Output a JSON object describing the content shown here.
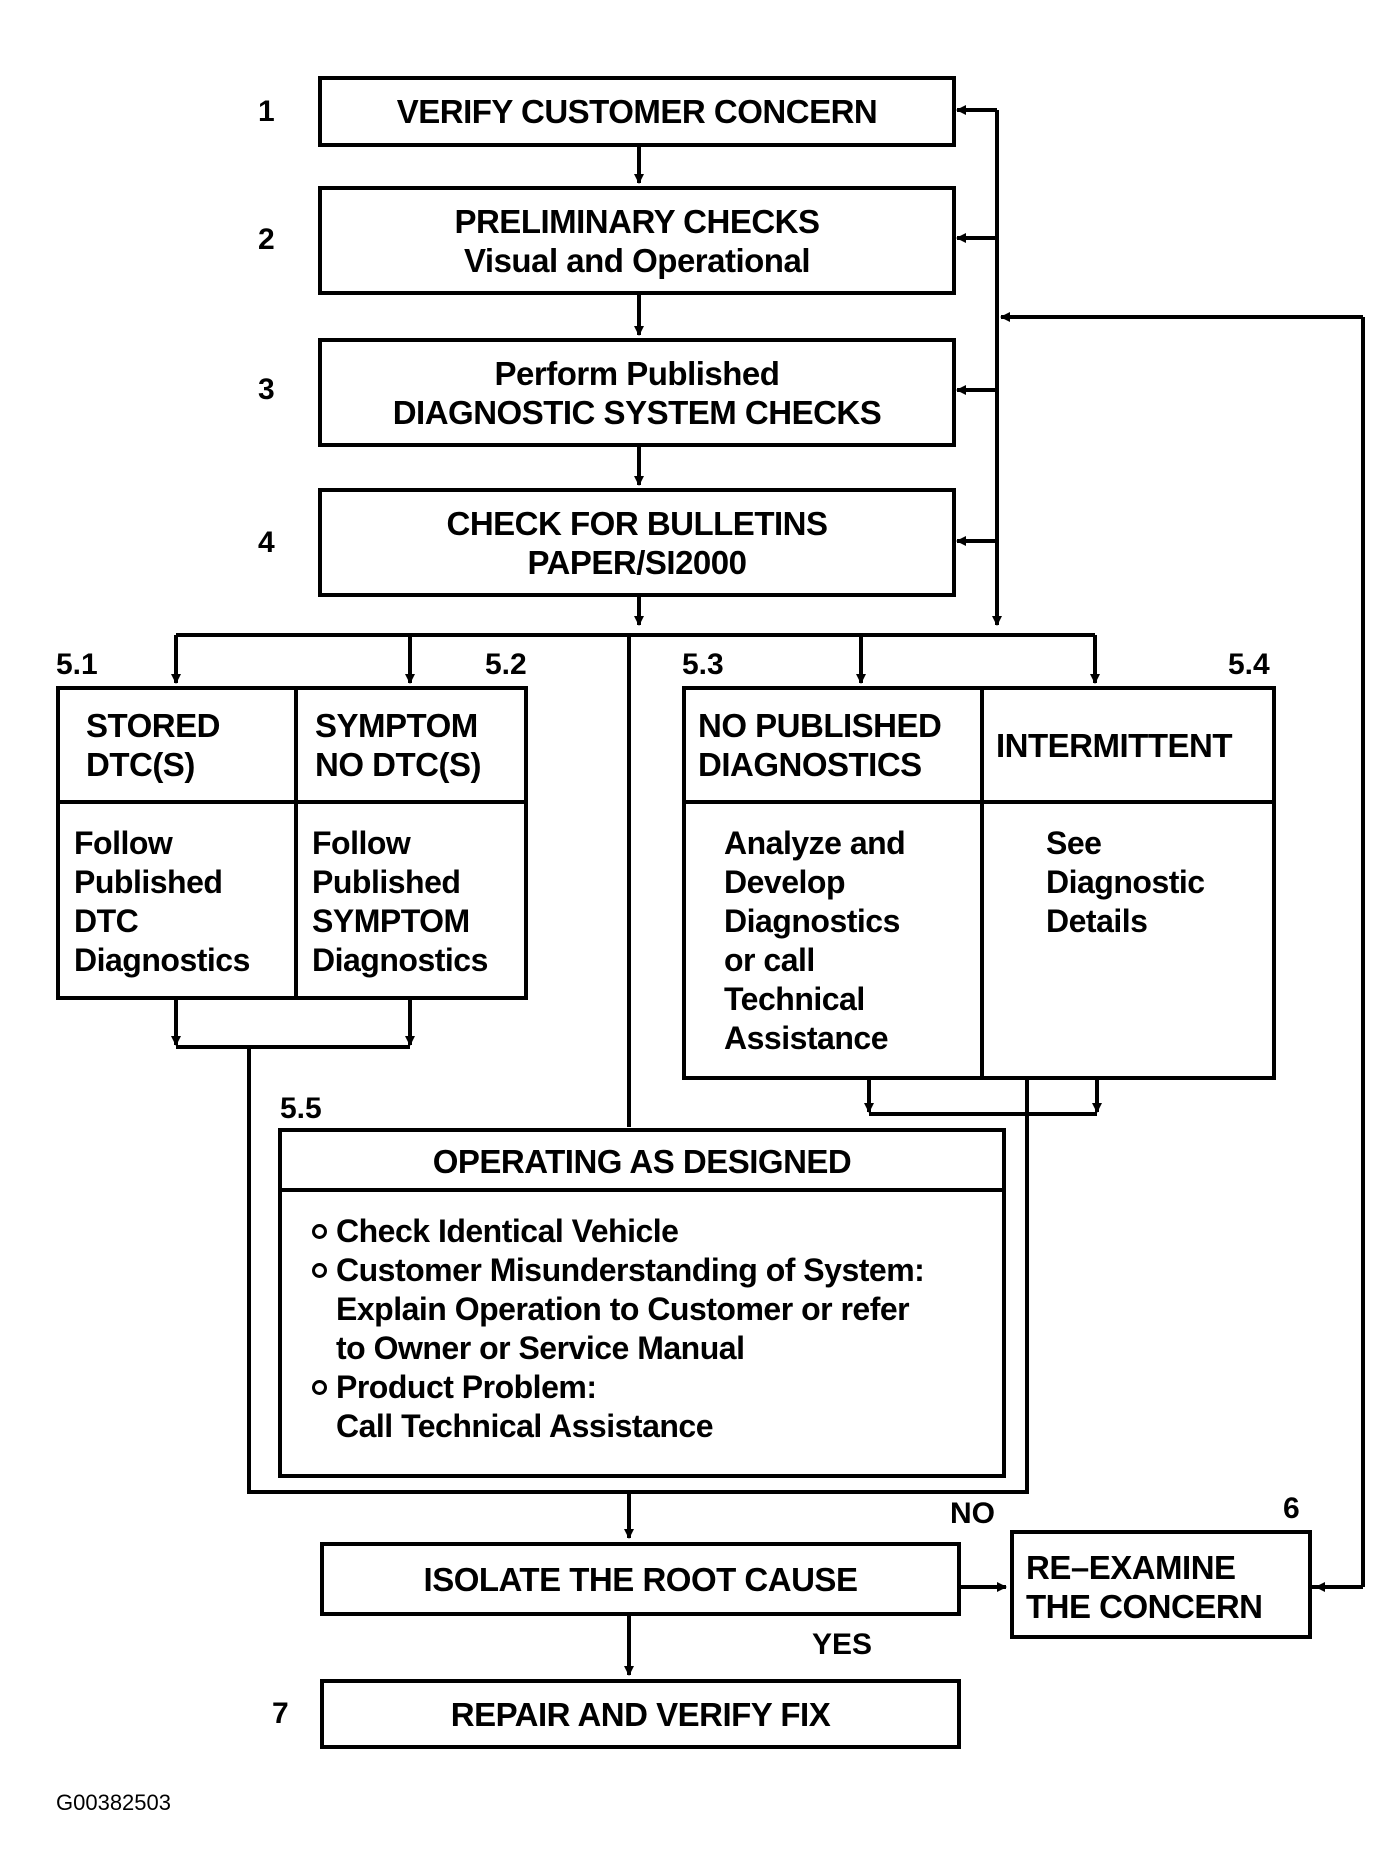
{
  "steps": {
    "s1": {
      "number": "1",
      "title": "VERIFY CUSTOMER CONCERN"
    },
    "s2": {
      "number": "2",
      "title": "PRELIMINARY CHECKS",
      "subtitle": "Visual and Operational"
    },
    "s3": {
      "number": "3",
      "line1": "Perform Published",
      "line2": "DIAGNOSTIC SYSTEM CHECKS"
    },
    "s4": {
      "number": "4",
      "line1": "CHECK FOR BULLETINS",
      "line2": "PAPER/SI2000"
    },
    "s5_1": {
      "number": "5.1",
      "header": [
        "STORED",
        "DTC(S)"
      ],
      "body": [
        "Follow",
        "Published",
        "DTC",
        "Diagnostics"
      ]
    },
    "s5_2": {
      "number": "5.2",
      "header": [
        "SYMPTOM",
        "NO DTC(S)"
      ],
      "body": [
        "Follow",
        "Published",
        "SYMPTOM",
        "Diagnostics"
      ]
    },
    "s5_3": {
      "number": "5.3",
      "header": [
        "NO PUBLISHED",
        "DIAGNOSTICS"
      ],
      "body": [
        "Analyze and",
        "Develop",
        "Diagnostics",
        "or call",
        "Technical",
        "Assistance"
      ]
    },
    "s5_4": {
      "number": "5.4",
      "header": [
        "INTERMITTENT"
      ],
      "body": [
        "See",
        "Diagnostic",
        "Details"
      ]
    },
    "s5_5": {
      "number": "5.5",
      "header": "OPERATING AS DESIGNED",
      "bullets": [
        {
          "lines": [
            "Check Identical Vehicle"
          ]
        },
        {
          "lines": [
            "Customer Misunderstanding of System:",
            "Explain Operation to Customer or refer",
            "to Owner or Service Manual"
          ]
        },
        {
          "lines": [
            "Product Problem:",
            "Call Technical Assistance"
          ]
        }
      ]
    },
    "s6": {
      "number": "6",
      "line1": "RE–EXAMINE",
      "line2": "THE CONCERN"
    },
    "isolate": {
      "title": "ISOLATE THE ROOT CAUSE"
    },
    "s7": {
      "number": "7",
      "title": "REPAIR AND VERIFY FIX"
    }
  },
  "branches": {
    "no": "NO",
    "yes": "YES"
  },
  "figure_id": "G00382503"
}
